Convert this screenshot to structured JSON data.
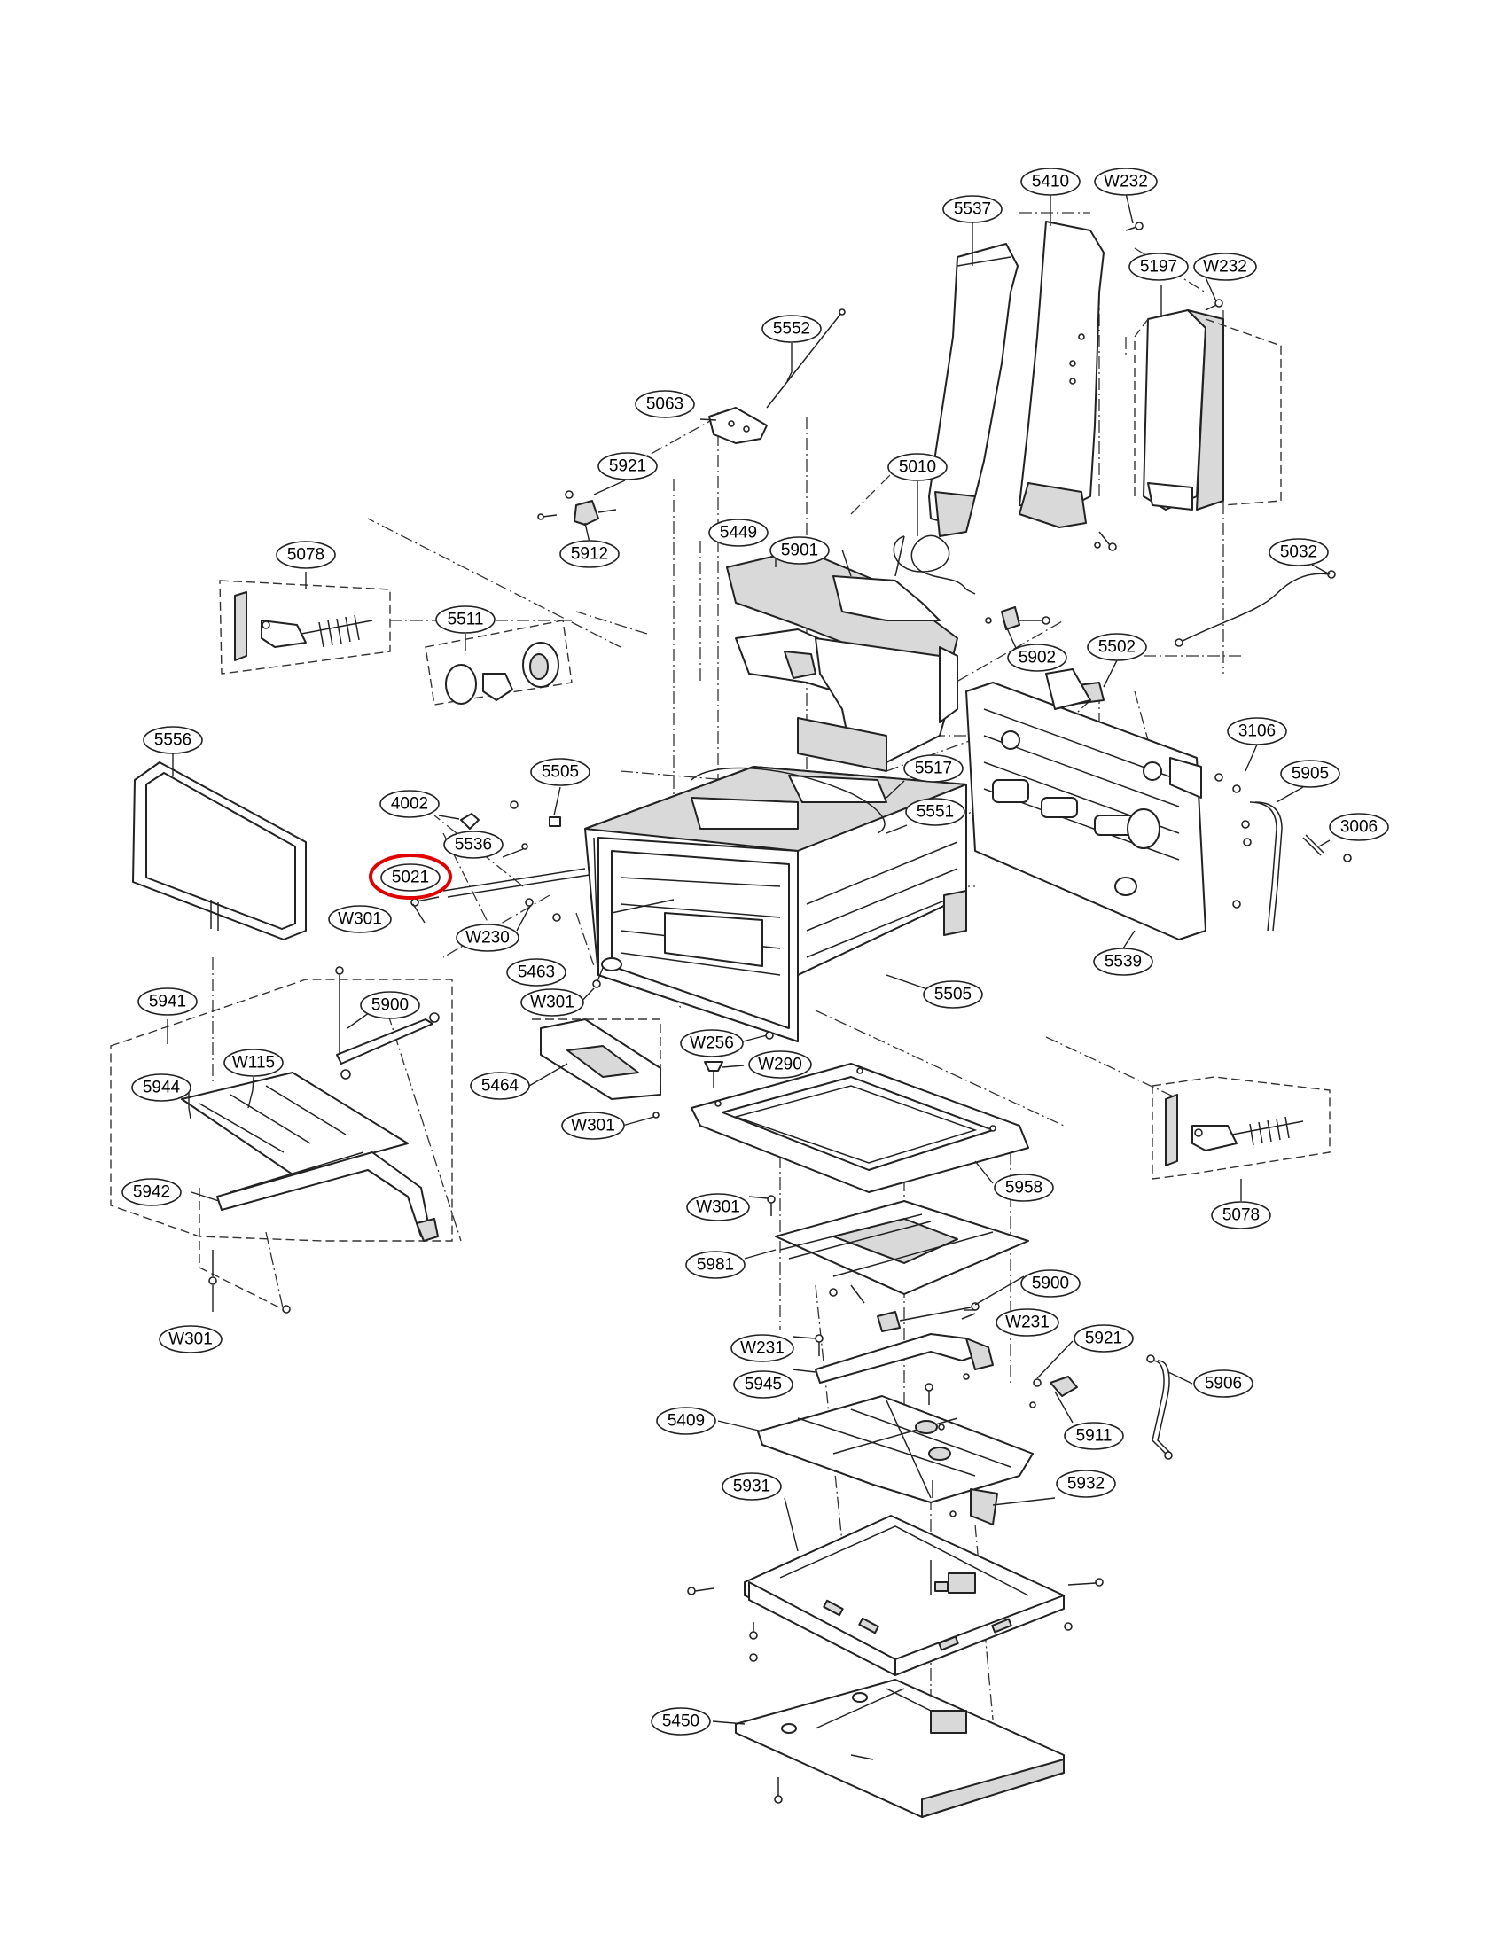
{
  "highlight_color": "#e00000",
  "highlighted_part": "5021",
  "labels": {
    "p5537": "5537",
    "p5410": "5410",
    "pW232a": "W232",
    "p5197": "5197",
    "pW232b": "W232",
    "p5552": "5552",
    "p5063": "5063",
    "p5921a": "5921",
    "p5912": "5912",
    "p5010": "5010",
    "p5449": "5449",
    "p5901": "5901",
    "p5032": "5032",
    "p5078a": "5078",
    "p5511": "5511",
    "p5902": "5902",
    "p5502": "5502",
    "p3106": "3106",
    "p5556": "5556",
    "p5505a": "5505",
    "p5517": "5517",
    "p5905": "5905",
    "p4002": "4002",
    "p5551": "5551",
    "p3006": "3006",
    "p5536": "5536",
    "p5021": "5021",
    "pW301a": "W301",
    "pW230": "W230",
    "p5539": "5539",
    "p5463": "5463",
    "pW301b": "W301",
    "p5505b": "5505",
    "p5941": "5941",
    "p5900a": "5900",
    "pW256": "W256",
    "pW290": "W290",
    "pW115": "W115",
    "p5464": "5464",
    "p5944": "5944",
    "pW301c": "W301",
    "p5958": "5958",
    "p5078b": "5078",
    "p5942": "5942",
    "pW301d": "W301",
    "p5981": "5981",
    "p5900b": "5900",
    "pW231a": "W231",
    "pW301e": "W301",
    "pW231b": "W231",
    "p5921b": "5921",
    "p5945": "5945",
    "p5906": "5906",
    "p5409": "5409",
    "p5911": "5911",
    "p5931": "5931",
    "p5932": "5932",
    "p5450": "5450"
  }
}
